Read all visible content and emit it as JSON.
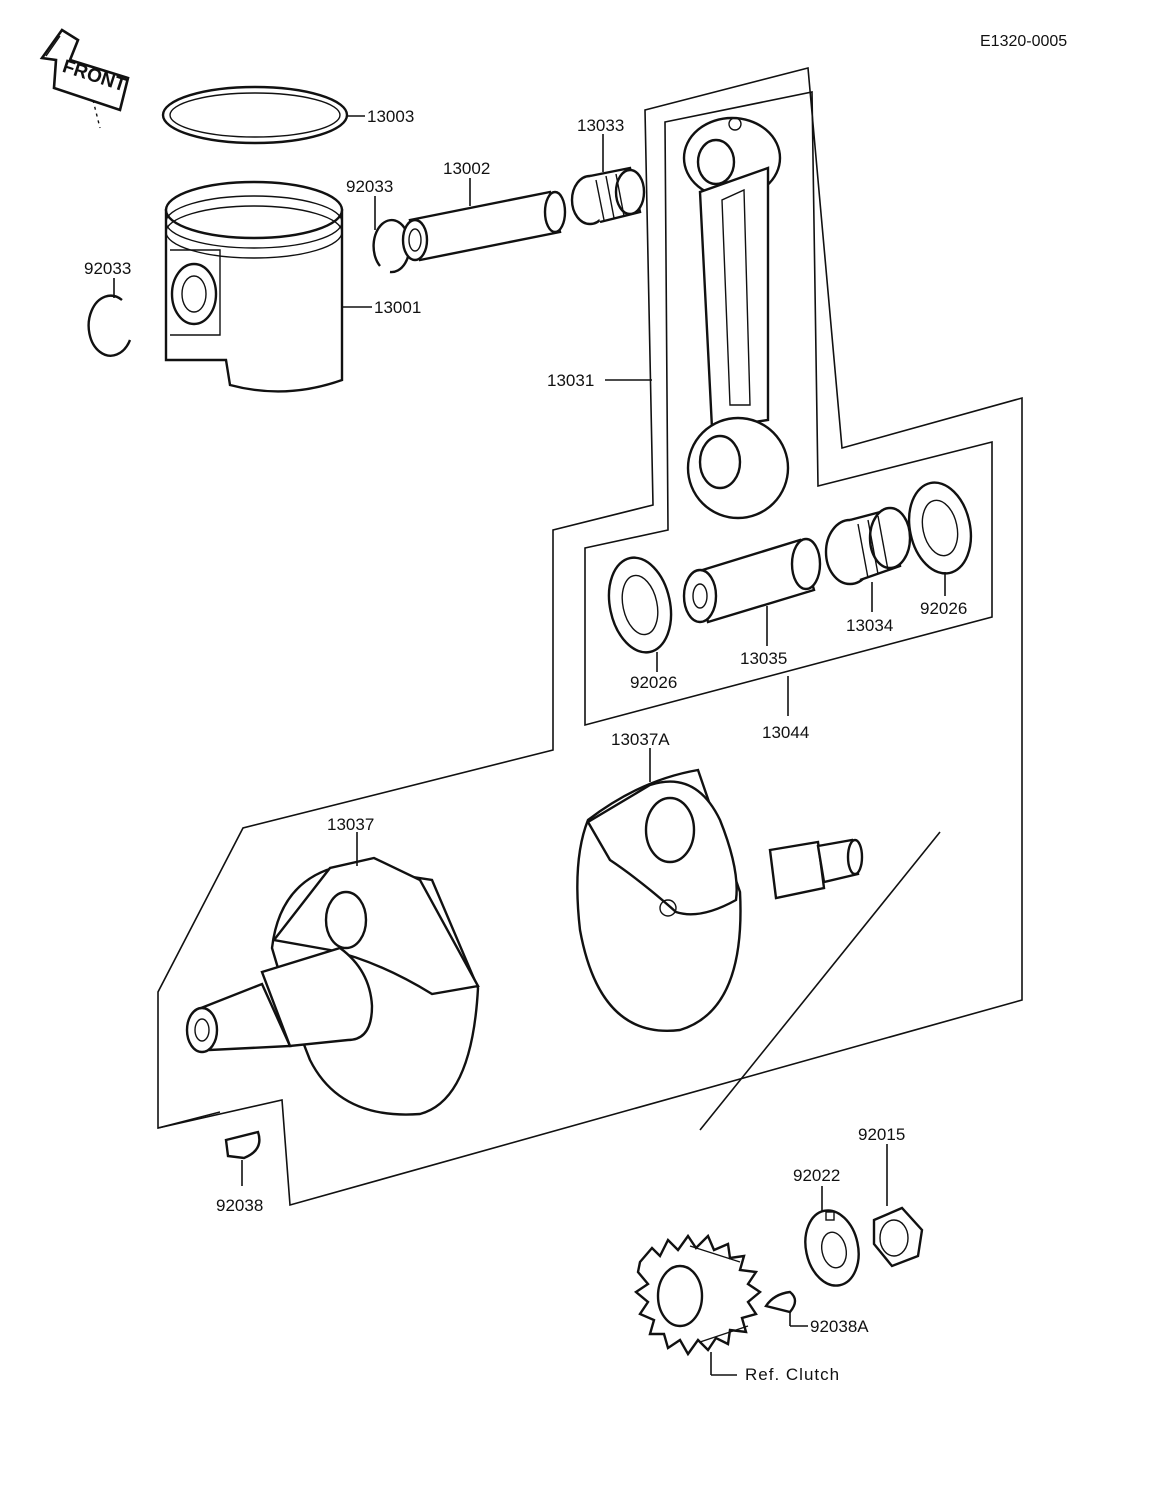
{
  "diagram_code": "E1320-0005",
  "front_arrow": "FRONT",
  "parts": {
    "ring": "13003",
    "piston": "13001",
    "pin": "13002",
    "clip_left": "92033",
    "clip_right": "92033",
    "small_end_bearing": "13033",
    "connecting_rod": "13031",
    "crank_pin": "13035",
    "big_end_bearing": "13034",
    "washer_left": "92026",
    "washer_right": "92026",
    "rod_kit": "13044",
    "flywheel_right": "13037A",
    "flywheel_left": "13037",
    "key_left": "92038",
    "nut": "92015",
    "lock_washer": "92022",
    "key_gear": "92038A"
  },
  "reference": "Ref. Clutch"
}
